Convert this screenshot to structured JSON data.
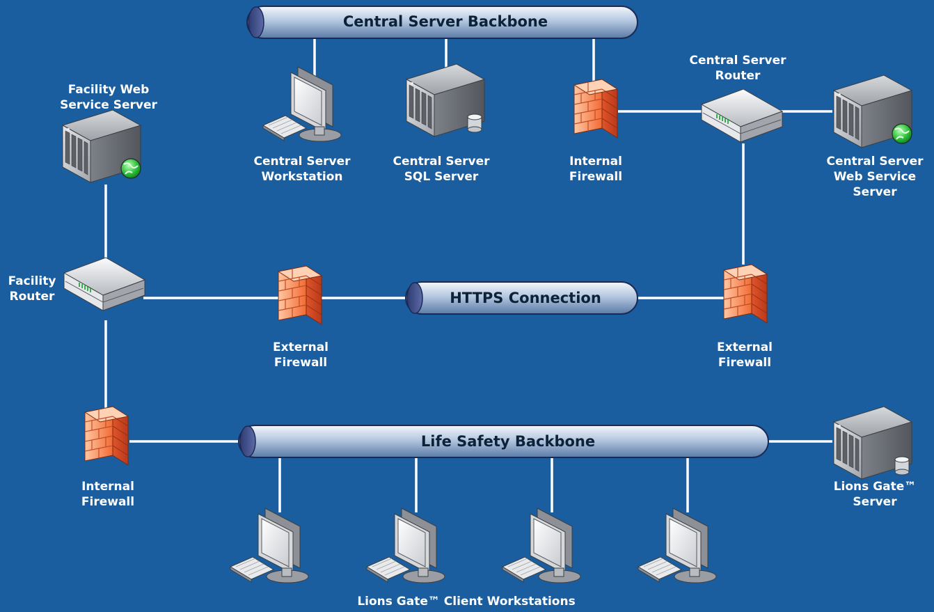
{
  "diagram": {
    "backbones": {
      "central": "Central Server Backbone",
      "https": "HTTPS Connection",
      "life_safety": "Life Safety Backbone"
    },
    "nodes": {
      "central_workstation": [
        "Central Server",
        "Workstation"
      ],
      "central_sql_server": [
        "Central Server",
        "SQL Server"
      ],
      "central_internal_firewall": [
        "Internal",
        "Firewall"
      ],
      "central_router": [
        "Central Server",
        "Router"
      ],
      "central_web_service_server": [
        "Central Server",
        "Web Service",
        "Server"
      ],
      "facility_web_service_server": [
        "Facility Web",
        "Service Server"
      ],
      "facility_router": [
        "Facility",
        "Router"
      ],
      "facility_external_firewall": [
        "External",
        "Firewall"
      ],
      "central_external_firewall": [
        "External",
        "Firewall"
      ],
      "facility_internal_firewall": [
        "Internal",
        "Firewall"
      ],
      "lions_gate_server": [
        "Lions Gate™",
        "Server"
      ],
      "client_workstations": "Lions Gate™ Client Workstations"
    }
  },
  "colors": {
    "background": "#1a5e9f",
    "connector": "#ffffff",
    "tube_light": "#dfe8f3",
    "tube_dark": "#6f8cb4",
    "firewall_light": "#ffb48a",
    "firewall_dark": "#d9481c",
    "device_gray": "#b7b9bd"
  },
  "icons": {
    "workstation": "monitor-keyboard-icon",
    "sql_server": "server-database-icon",
    "web_server": "server-globe-icon",
    "router": "router-icon",
    "firewall": "brick-firewall-icon"
  }
}
